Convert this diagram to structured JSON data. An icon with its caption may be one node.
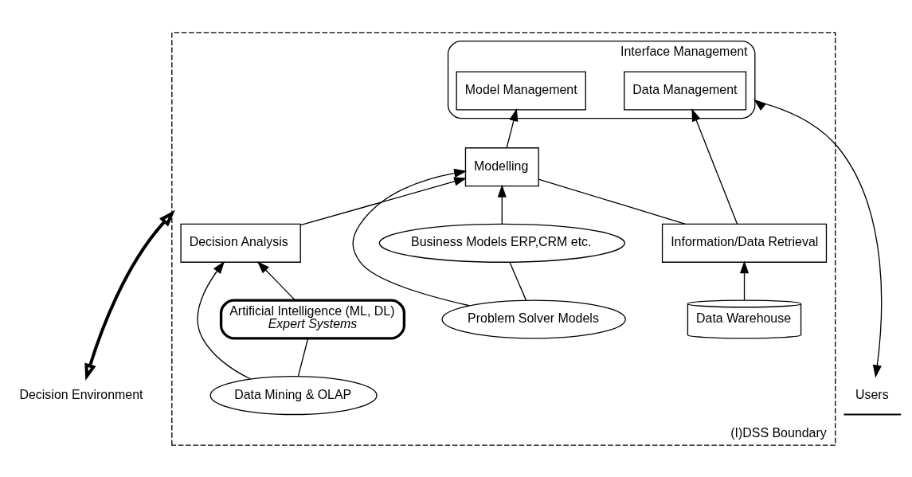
{
  "diagram": {
    "nodes": [
      {
        "text": [
          "Decision Environment"
        ]
      },
      {
        "text": [
          "(I)DSS Boundary"
        ]
      },
      {
        "text": [
          "Users"
        ]
      },
      {
        "text": [
          "Interface Management"
        ],
        "in": 1
      },
      {
        "text": [
          "Data Management"
        ],
        "in": 3
      },
      {
        "text": [
          "Model Management"
        ],
        "in": 3
      },
      {
        "text": [
          "Information/Data Retrieval"
        ],
        "in": 1
      },
      {
        "text": [
          "Modelling"
        ],
        "in": 1
      },
      {
        "text": [
          "Decision Analysis"
        ],
        "in": 1
      },
      {
        "text": [
          "Data Warehouse"
        ],
        "in": 1
      },
      {
        "text": [
          "Problem Solver Models"
        ],
        "in": 1
      },
      {
        "text": [
          "Business Models ERP,CRM etc."
        ],
        "in": 1
      },
      {
        "text": [
          "Data Mining & OLAP"
        ],
        "in": 1
      },
      {
        "text": [
          "Artificial Intelligence (ML, DL)",
          "Expert Systems"
        ],
        "in": 1
      }
    ],
    "edges": [
      {
        "from": 0,
        "to": 1,
        "arrow": "both",
        "style": "thick"
      },
      {
        "from": 2,
        "to": 3,
        "arrow": "both"
      },
      {
        "from": 6,
        "to": 4,
        "arrow": "to"
      },
      {
        "from": 7,
        "to": 5,
        "arrow": "to"
      },
      {
        "from": 6,
        "to": 7,
        "arrow": "none"
      },
      {
        "from": 8,
        "to": 7,
        "arrow": "to"
      },
      {
        "from": 9,
        "to": 6,
        "arrow": "to"
      },
      {
        "from": 10,
        "to": 7,
        "arrow": "to"
      },
      {
        "from": 11,
        "to": 7,
        "arrow": "to"
      },
      {
        "from": 10,
        "to": 11,
        "arrow": "none"
      },
      {
        "from": 12,
        "to": 8,
        "arrow": "to"
      },
      {
        "from": 13,
        "to": 8,
        "arrow": "to"
      },
      {
        "from": 12,
        "to": 13,
        "arrow": "none"
      }
    ]
  }
}
